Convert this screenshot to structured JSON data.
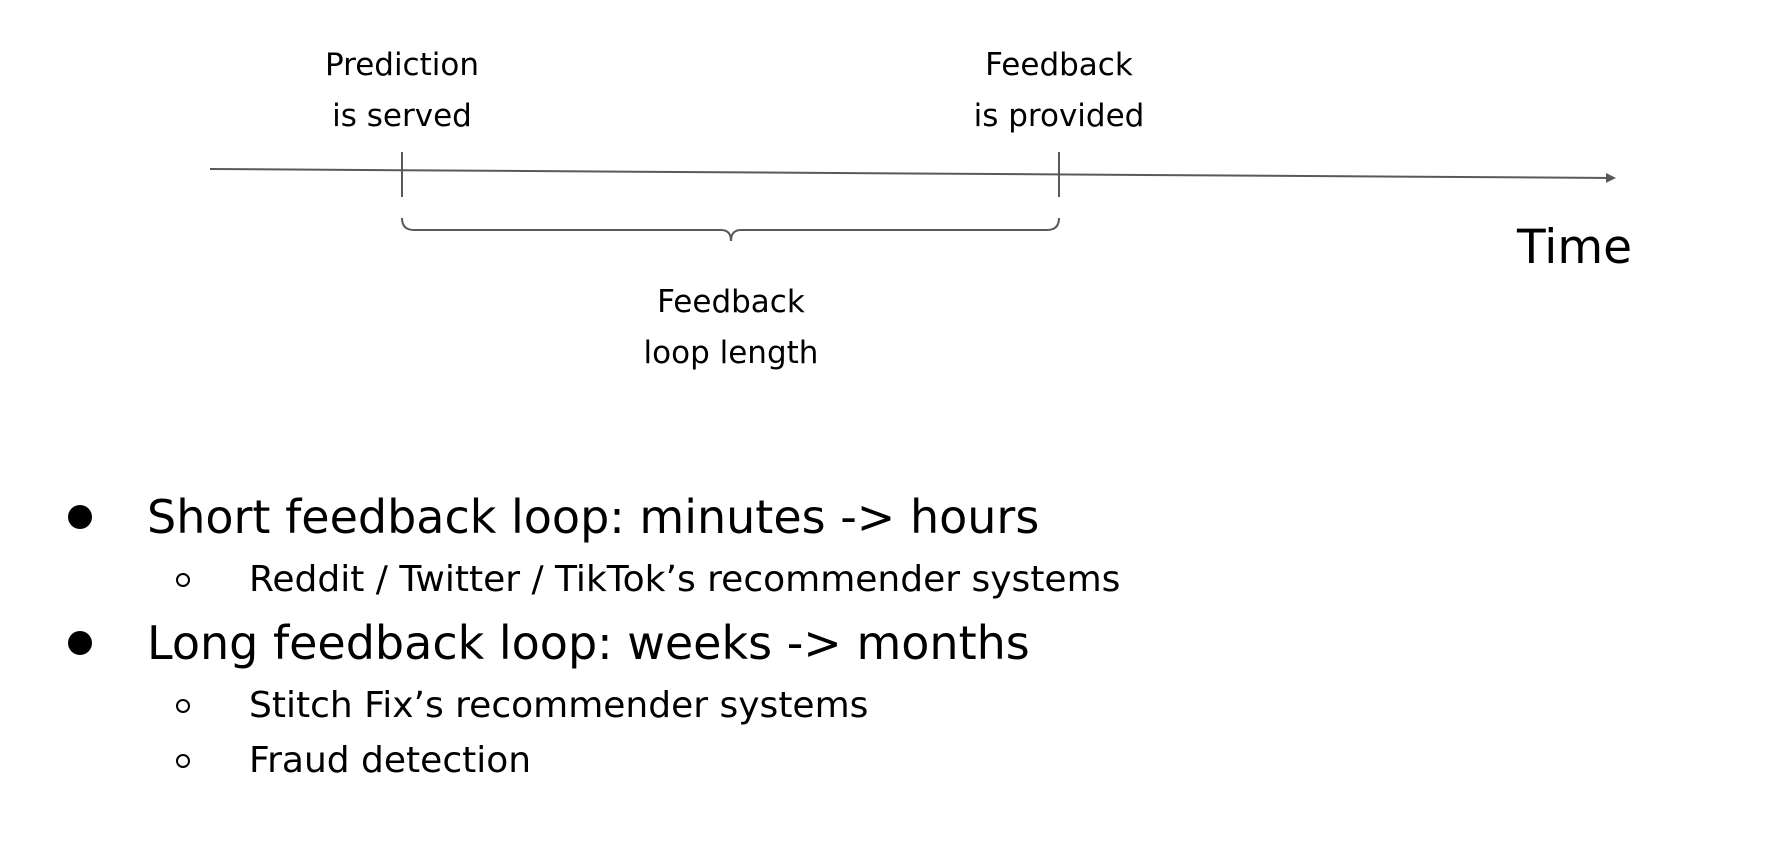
{
  "timeline": {
    "axis_label": "Time",
    "prediction_label": [
      "Prediction",
      "is served"
    ],
    "feedback_label": [
      "Feedback",
      "is provided"
    ],
    "interval_label": [
      "Feedback",
      "loop length"
    ]
  },
  "list": {
    "items": [
      {
        "text": "Short feedback loop: minutes -> hours",
        "children": [
          "Reddit / Twitter / TikTok’s recommender systems"
        ]
      },
      {
        "text": "Long feedback loop: weeks -> months",
        "children": [
          "Stitch Fix’s recommender systems",
          "Fraud detection"
        ]
      }
    ]
  },
  "colors": {
    "line": "#595959",
    "text": "#000000",
    "background": "#ffffff"
  }
}
